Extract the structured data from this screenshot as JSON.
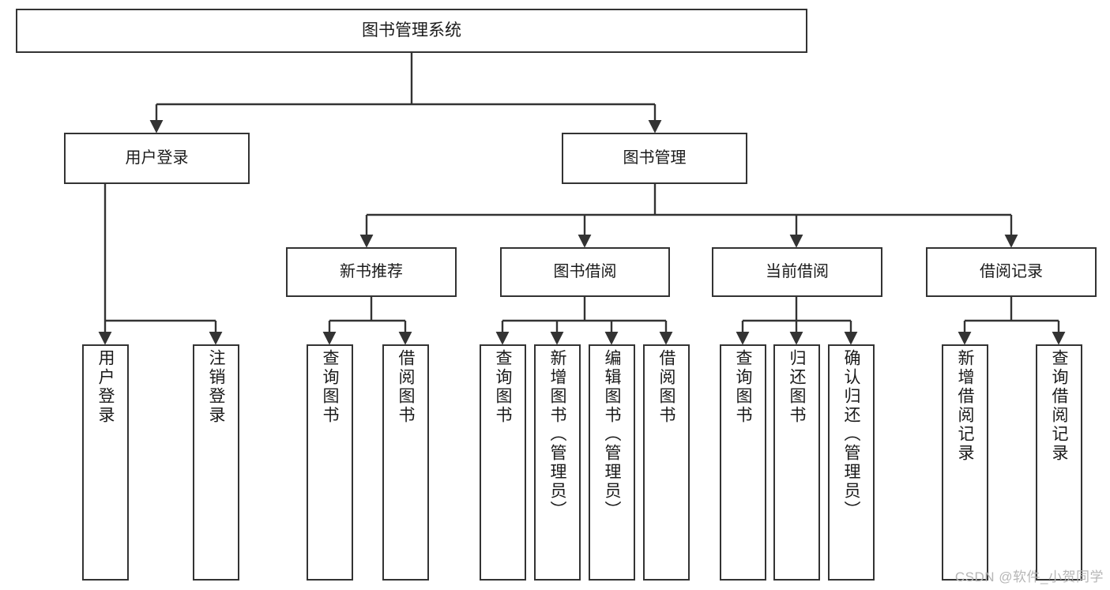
{
  "diagram": {
    "title": "图书管理系统",
    "type": "tree-hierarchy",
    "watermark": "CSDN @软件_小贺同学",
    "colors": {
      "box_border": "#333333",
      "box_fill": "#ffffff",
      "edge": "#333333",
      "text": "#1a1a1a",
      "watermark": "#b6b6b6"
    },
    "nodes": {
      "root": {
        "label": "图书管理系统"
      },
      "level2": [
        {
          "id": "user-login",
          "label": "用户登录"
        },
        {
          "id": "book-management",
          "label": "图书管理"
        }
      ],
      "level3": [
        {
          "id": "new-book-recommend",
          "label": "新书推荐"
        },
        {
          "id": "book-borrow",
          "label": "图书借阅"
        },
        {
          "id": "current-borrow",
          "label": "当前借阅"
        },
        {
          "id": "borrow-record",
          "label": "借阅记录"
        }
      ],
      "leaves": {
        "user-login": [
          {
            "id": "leaf-user-login",
            "label": "用户登录"
          },
          {
            "id": "leaf-logout-login",
            "label": "注销登录"
          }
        ],
        "new-book-recommend": [
          {
            "id": "leaf-query-book-1",
            "label": "查询图书"
          },
          {
            "id": "leaf-borrow-book-1",
            "label": "借阅图书"
          }
        ],
        "book-borrow": [
          {
            "id": "leaf-query-book-2",
            "label": "查询图书"
          },
          {
            "id": "leaf-add-book",
            "label": "新增图书（管理员）"
          },
          {
            "id": "leaf-edit-book",
            "label": "编辑图书（管理员）"
          },
          {
            "id": "leaf-borrow-book-2",
            "label": "借阅图书"
          }
        ],
        "current-borrow": [
          {
            "id": "leaf-query-book-3",
            "label": "查询图书"
          },
          {
            "id": "leaf-return-book",
            "label": "归还图书"
          },
          {
            "id": "leaf-confirm-return",
            "label": "确认归还（管理员）"
          }
        ],
        "borrow-record": [
          {
            "id": "leaf-add-record",
            "label": "新增借阅记录"
          },
          {
            "id": "leaf-query-record",
            "label": "查询借阅记录"
          }
        ]
      }
    }
  }
}
